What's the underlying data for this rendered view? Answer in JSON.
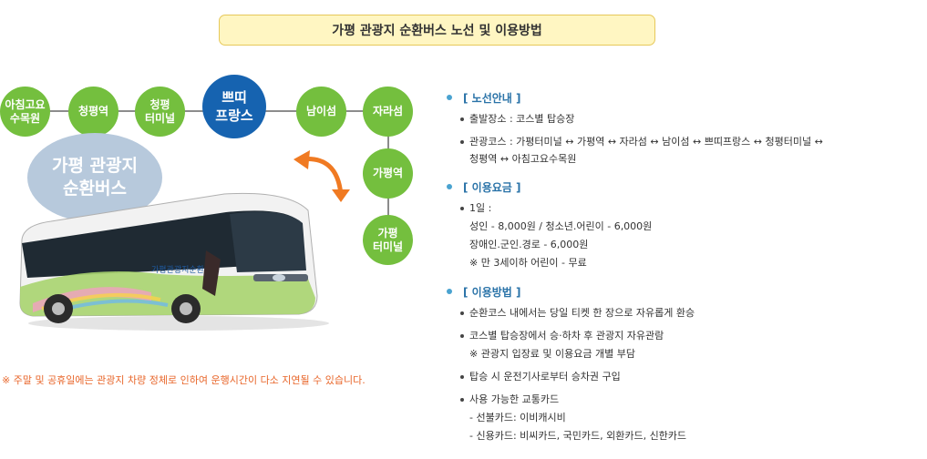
{
  "title": "가평 관광지 순환버스 노선 및 이용방법",
  "stops": {
    "s1": "아침고요\n수목원",
    "s2": "청평역",
    "s3": "청평\n터미널",
    "s4": "쁘띠\n프랑스",
    "s5": "남이섬",
    "s6": "자라섬",
    "s7": "가평역",
    "s8": "가평\n터미널"
  },
  "cloud_label": "가평 관광지\n순환버스",
  "bus_sign": "가평관광지순환버스",
  "notice": "※ 주말 및 공휴일에는 관광지 차량 정체로 인하여 운행시간이 다소 지연될 수 있습니다.",
  "sections": {
    "route": {
      "heading": "[ 노선안내 ]",
      "departure": "출발장소 : 코스별 탑승장",
      "course_1": "관광코스 : 가평터미널 ↔ 가평역 ↔ 자라섬 ↔ 남이섬 ↔ 쁘띠프랑스 ↔ 청평터미널 ↔",
      "course_2": "청평역 ↔ 아침고요수목원"
    },
    "fare": {
      "heading": "[ 이용요금 ]",
      "day": "1일 :",
      "adult": "성인 - 8,000원 / 청소년.어린이 - 6,000원",
      "disabled": "장애인.군인.경로 - 6,000원",
      "free": "※ 만 3세이하 어린이 - 무료"
    },
    "usage": {
      "heading": "[ 이용방법 ]",
      "i1": "순환코스 내에서는 당일 티켓 한 장으로 자유롭게 환승",
      "i2": "코스별 탑승장에서 승·하차 후 관광지 자유관람",
      "i2_note": "※ 관광지 입장료 및 이용요금 개별 부담",
      "i3": "탑승 시 운전기사로부터 승차권 구입",
      "i4": "사용 가능한 교통카드",
      "i4_a": "- 선불카드: 이비캐시비",
      "i4_b": "- 신용카드: 비씨카드, 국민카드, 외환카드, 신한카드"
    }
  },
  "colors": {
    "stop_green": "#74bf3e",
    "stop_blue": "#1663b0",
    "arrow_orange": "#f07a22",
    "notice_orange": "#e8662a",
    "title_bg": "#fff6c2"
  }
}
